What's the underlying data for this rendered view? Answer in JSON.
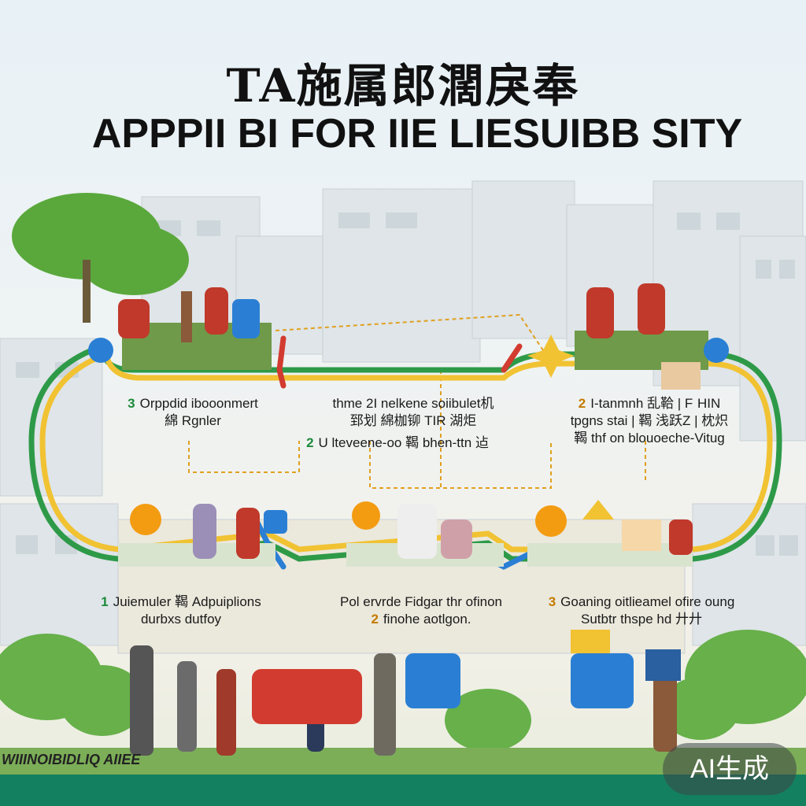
{
  "title_cn": "TA施属郎濶戾奉",
  "title_en": "APPPII BI  FOR  IIE LIESUIBB SITY",
  "stations": [
    {
      "num": "3",
      "line1": "Orppdid ibooonmert",
      "line2": "綿 Rgnler"
    },
    {
      "num": "",
      "line1": "thme  2I nelkene soiibulet机",
      "line2": "郅划 綿枷铆 TIR 湖炬"
    },
    {
      "num": "2",
      "line1": "I-tanmnh  乱鞈 | F HIN",
      "line2": "tpgns stai  | 鞨 浅跃Z | 枕炽"
    },
    {
      "num": "1",
      "line1": "Juiemuler 鞨 Adpuiplions",
      "line2": "durbxs dutfoy"
    },
    {
      "num": "2",
      "line1": "Pol ervrde  Fidgar thr ofinon",
      "line2": "finohe aotlgon."
    },
    {
      "num": "3",
      "line1": "Goaning oitlieamel ofire oung",
      "line2": "Sutbtr thspe hd 廾廾"
    }
  ],
  "extra_labels": {
    "mid_number": "2",
    "mid_text": "U lteveene-oo 鞨 bhen-ttn 迠",
    "right_text": "鞨 thf on blouoeche-Vitug"
  },
  "bottom_text": "WIIINOIBIDLIQ AIIEE",
  "badge": "AI生成",
  "colors": {
    "route_red": "#d23b2f",
    "route_green": "#2e9a48",
    "route_yellow": "#f1c232",
    "route_blue": "#2a7fd4",
    "tree_green": "#5aa83c",
    "band": "#13805f"
  }
}
